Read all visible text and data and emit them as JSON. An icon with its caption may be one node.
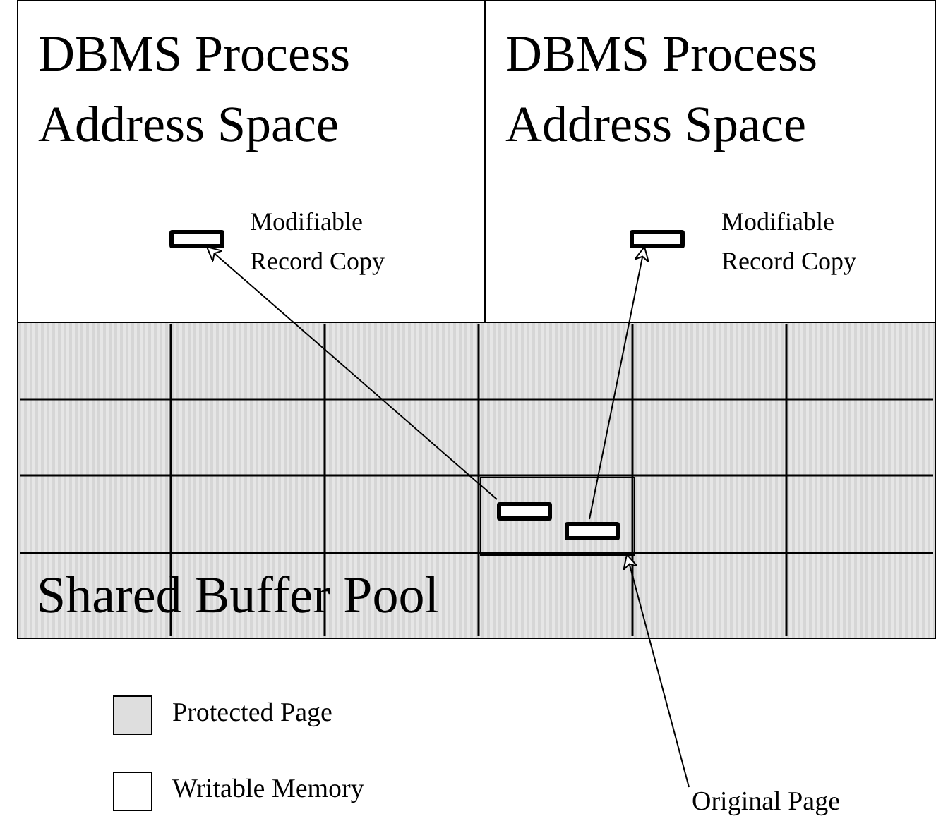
{
  "diagram": {
    "nodes": [
      {
        "text": [
          "DBMS Process Address Space"
        ]
      },
      {
        "text": [
          "DBMS Process Address Space"
        ]
      },
      {
        "text": [],
        "shape": "box",
        "in": 0,
        "beside": [
          "Modifiable Record Copy"
        ]
      },
      {
        "text": [],
        "shape": "box",
        "in": 1,
        "beside": [
          "Modifiable Record Copy"
        ]
      },
      {
        "text": [
          "Shared Buffer Pool"
        ]
      },
      {
        "text": [],
        "shape": "box",
        "in": 4
      },
      {
        "text": [],
        "shape": "box",
        "in": 5
      },
      {
        "text": [],
        "shape": "box",
        "in": 5
      },
      {
        "text": [
          "Original Page"
        ]
      }
    ],
    "edges": [
      {
        "from": 6,
        "to": 2,
        "arrow": "to"
      },
      {
        "from": 7,
        "to": 3,
        "arrow": "to"
      },
      {
        "from": 8,
        "to": 5,
        "arrow": "to"
      }
    ],
    "legend": [
      {
        "text": "Protected Page",
        "color": "#dedede"
      },
      {
        "text": "Writable Memory",
        "color": "#ffffff"
      }
    ]
  }
}
